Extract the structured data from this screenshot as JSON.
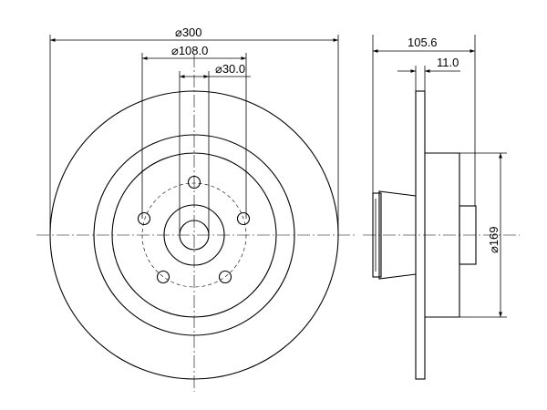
{
  "dimensions": {
    "outer_diameter": "⌀300",
    "bolt_circle": "⌀108.0",
    "center_bore": "⌀30.0",
    "total_height": "105.6",
    "disc_thickness": "11.0",
    "hub_diameter": "⌀169"
  },
  "colors": {
    "line": "#000000",
    "background": "#ffffff"
  }
}
